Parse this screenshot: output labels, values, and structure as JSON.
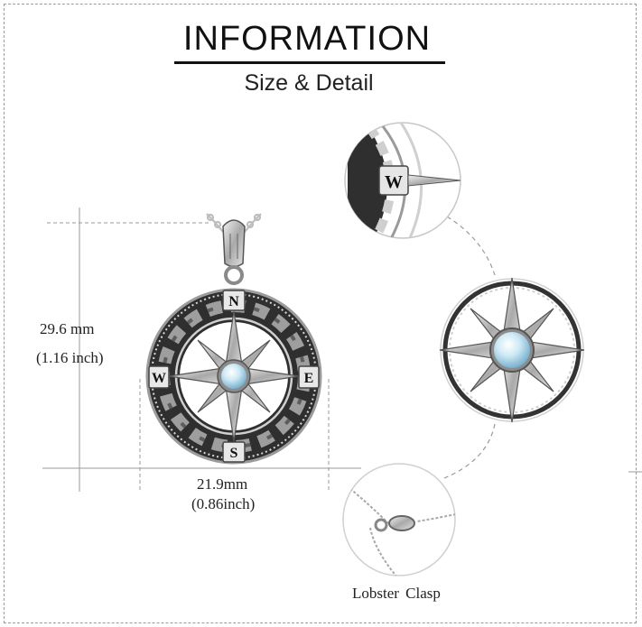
{
  "header": {
    "title": "INFORMATION",
    "subtitle": "Size & Detail"
  },
  "dimensions": {
    "height_mm": "29.6 mm",
    "height_inch": "(1.16 inch)",
    "width_mm": "21.9mm",
    "width_inch": "(0.86inch)"
  },
  "compass_letters": {
    "north": "N",
    "south": "S",
    "east": "E",
    "west": "W"
  },
  "detail_captions": {
    "clasp": "Lobster  Clasp"
  },
  "colors": {
    "silver": "#c9c9c9",
    "oxidized": "#3a3a3a",
    "moonstone": "#bfe3f2",
    "guide_line": "#9a9a9a"
  }
}
